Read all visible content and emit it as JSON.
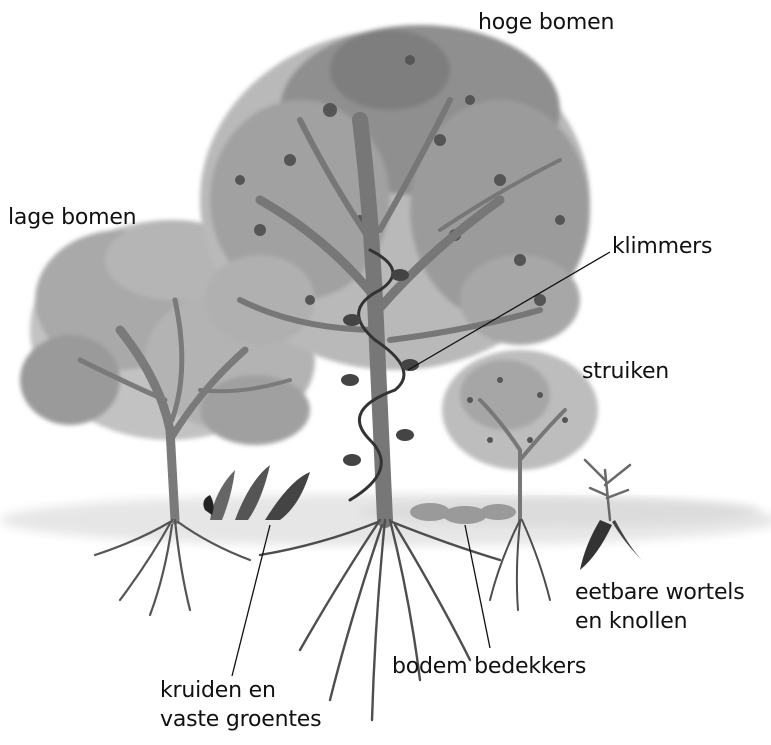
{
  "labels": {
    "high_trees": "hoge bomen",
    "low_trees": "lage bomen",
    "climbers": "klimmers",
    "shrubs": "struiken",
    "edible_roots_line1": "eetbare wortels",
    "edible_roots_line2": "en knollen",
    "ground_cover": "bodem bedekkers",
    "herbs_line1": "kruiden en",
    "herbs_line2": "vaste groentes"
  },
  "colors": {
    "foliage_dark": "#5a5a5a",
    "foliage_mid": "#8a8a8a",
    "foliage_light": "#b8b8b8",
    "trunk": "#6e6e6e",
    "ground_wash": "#e9e9e9",
    "ink": "#111111"
  }
}
